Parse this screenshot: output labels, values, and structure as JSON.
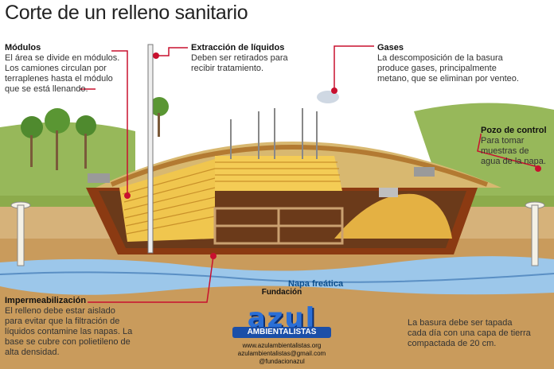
{
  "title": "Corte de un relleno sanitario",
  "labels": {
    "modulos": {
      "heading": "Módulos",
      "text": "El área se divide en módulos.\nLos camiones circulan por\nterraplenes hasta el módulo\nque se está llenando."
    },
    "extraccion": {
      "heading": "Extracción de líquidos",
      "text": "Deben ser retirados para\nrecibir tratamiento."
    },
    "gases": {
      "heading": "Gases",
      "text": "La descomposición de la basura\nproduce gases, principalmente\nmetano, que se eliminan por venteo."
    },
    "pozo": {
      "heading": "Pozo de control",
      "text": "Para tomar\nmuestras de\nagua de la napa."
    },
    "impermeabilizacion": {
      "heading": "Impermeabilización",
      "text": "El relleno debe estar aislado\npara evitar que la filtración de\nlíquidos contamine las napas. La\nbase se cubre con polietileno de\nalta densidad."
    },
    "napa": "Napa freática",
    "basura": "La basura debe ser tapada\ncada día con una capa de tierra\ncompactada de 20 cm."
  },
  "logo": {
    "top": "Fundación",
    "name": "azul",
    "band": "AMBIENTALISTAS",
    "web": "www.azulambientalistas.org",
    "email": "azulambientalistas@gmail.com",
    "handle": "@fundacionazul"
  },
  "colors": {
    "sky": "#ffffff",
    "grass": "#7fa63a",
    "soil": "#c9a56b",
    "liner": "#8b3a12",
    "garbage": "#e9b63a",
    "water": "#6fa6d6",
    "callout": "#c8102e"
  }
}
